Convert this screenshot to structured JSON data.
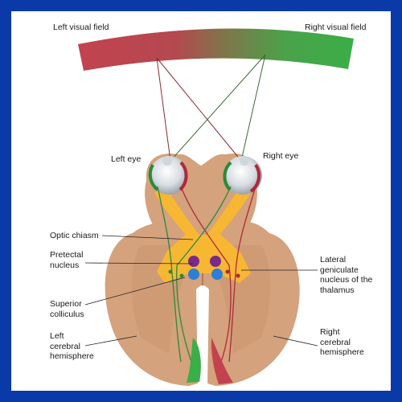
{
  "labels": {
    "left_visual_field": "Left visual field",
    "right_visual_field": "Right visual field",
    "left_eye": "Left eye",
    "right_eye": "Right eye",
    "optic_chiasm": "Optic chiasm",
    "pretectal_nucleus": "Pretectal\nnucleus",
    "superior_colliculus": "Superior\ncolliculus",
    "left_hemisphere": "Left\ncerebral\nhemisphere",
    "lateral_geniculate": "Lateral\ngeniculate\nnucleus of the\nthalamus",
    "right_hemisphere": "Right\ncerebral\nhemisphere"
  },
  "colors": {
    "frame": "#0a3aa8",
    "field_left": "#c2434f",
    "field_right": "#3aa84a",
    "brain": "#d4a27c",
    "brain_dark": "#c08a66",
    "optic_tract": "#f7b733",
    "pretectal": "#7a2a8a",
    "colliculus": "#2e7ed6",
    "red_path": "#b0283a",
    "green_path": "#2a8a3a"
  }
}
